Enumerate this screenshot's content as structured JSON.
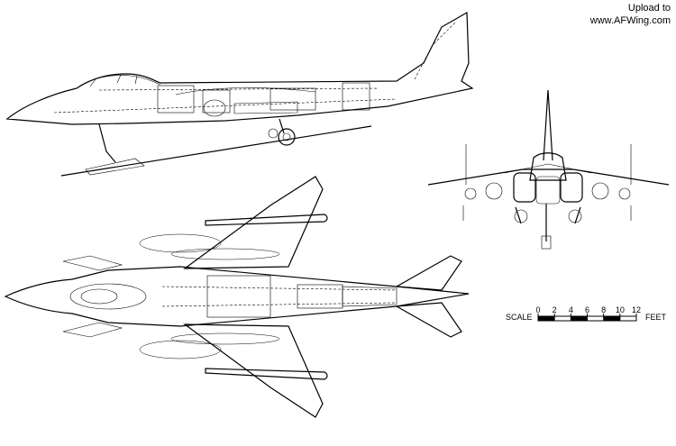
{
  "watermark": {
    "line1": "Upload to",
    "line2": "www.AFWing.com"
  },
  "scale": {
    "label": "SCALE",
    "unit": "FEET",
    "ticks": [
      "0",
      "2",
      "4",
      "6",
      "8",
      "10",
      "12"
    ]
  },
  "views": [
    "side-view",
    "plan-view",
    "front-view"
  ]
}
